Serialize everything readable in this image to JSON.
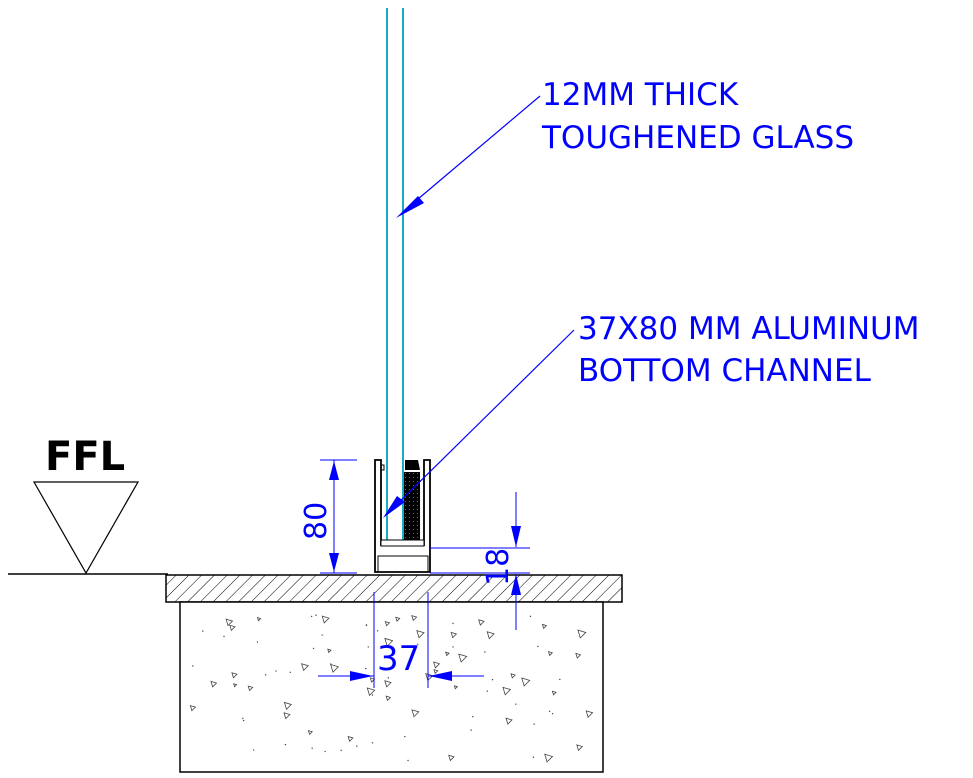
{
  "labels": {
    "glass_line1": "12MM THICK",
    "glass_line2": "TOUGHENED GLASS",
    "channel_line1": "37X80 MM ALUMINUM",
    "channel_line2": "BOTTOM CHANNEL",
    "ffl": "FFL"
  },
  "dimensions": {
    "height": "80",
    "width": "37",
    "recess": "18"
  },
  "colors": {
    "annotation": "#0000ff",
    "glass": "#00a0c0",
    "linework": "#000000"
  }
}
